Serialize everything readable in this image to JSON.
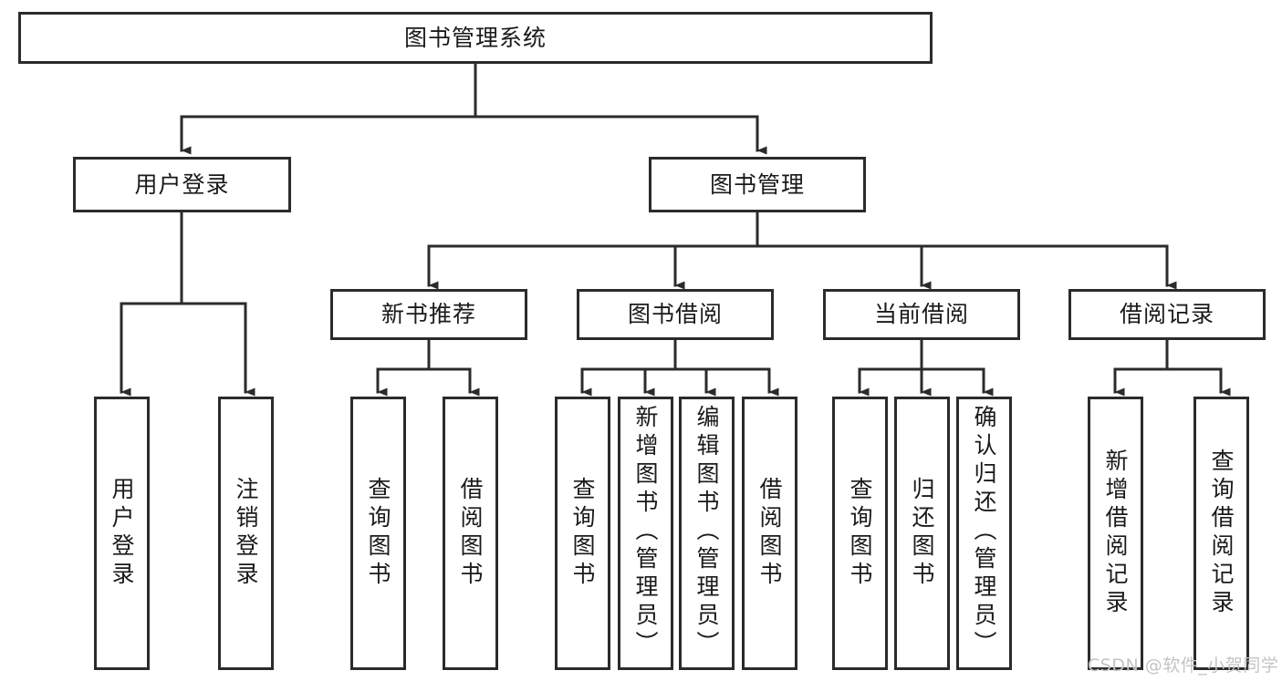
{
  "diagram": {
    "type": "hierarchy-tree",
    "title": "图书管理系统",
    "watermark": "CSDN @软件_小贺同学",
    "colors": {
      "border": "#2b2b2b",
      "background": "#ffffff",
      "text": "#1a1a1a",
      "watermark": "#c4c4c4"
    },
    "root": {
      "label": "图书管理系统"
    },
    "level2": [
      {
        "id": "user-login",
        "label": "用户登录"
      },
      {
        "id": "book-manage",
        "label": "图书管理"
      }
    ],
    "level3": [
      {
        "id": "new-book-recommend",
        "label": "新书推荐",
        "parent": "book-manage"
      },
      {
        "id": "book-borrow",
        "label": "图书借阅",
        "parent": "book-manage"
      },
      {
        "id": "current-borrow",
        "label": "当前借阅",
        "parent": "book-manage"
      },
      {
        "id": "borrow-record",
        "label": "借阅记录",
        "parent": "book-manage"
      }
    ],
    "leaves": [
      {
        "id": "leaf-user-login",
        "label": "用户登录",
        "parent": "user-login",
        "align": "center"
      },
      {
        "id": "leaf-user-logout",
        "label": "注销登录",
        "parent": "user-login",
        "align": "center"
      },
      {
        "id": "leaf-query-book-1",
        "label": "查询图书",
        "parent": "new-book-recommend",
        "align": "center"
      },
      {
        "id": "leaf-borrow-book-1",
        "label": "借阅图书",
        "parent": "new-book-recommend",
        "align": "center"
      },
      {
        "id": "leaf-query-book-2",
        "label": "查询图书",
        "parent": "book-borrow",
        "align": "center"
      },
      {
        "id": "leaf-add-book",
        "label": "新增图书（管理员）",
        "parent": "book-borrow",
        "align": "top"
      },
      {
        "id": "leaf-edit-book",
        "label": "编辑图书（管理员）",
        "parent": "book-borrow",
        "align": "top"
      },
      {
        "id": "leaf-borrow-book-2",
        "label": "借阅图书",
        "parent": "book-borrow",
        "align": "center"
      },
      {
        "id": "leaf-query-book-3",
        "label": "查询图书",
        "parent": "current-borrow",
        "align": "center"
      },
      {
        "id": "leaf-return-book",
        "label": "归还图书",
        "parent": "current-borrow",
        "align": "center"
      },
      {
        "id": "leaf-confirm-return",
        "label": "确认归还（管理员）",
        "parent": "current-borrow",
        "align": "top"
      },
      {
        "id": "leaf-add-record",
        "label": "新增借阅记录",
        "parent": "borrow-record",
        "align": "center"
      },
      {
        "id": "leaf-query-record",
        "label": "查询借阅记录",
        "parent": "borrow-record",
        "align": "center"
      }
    ]
  }
}
